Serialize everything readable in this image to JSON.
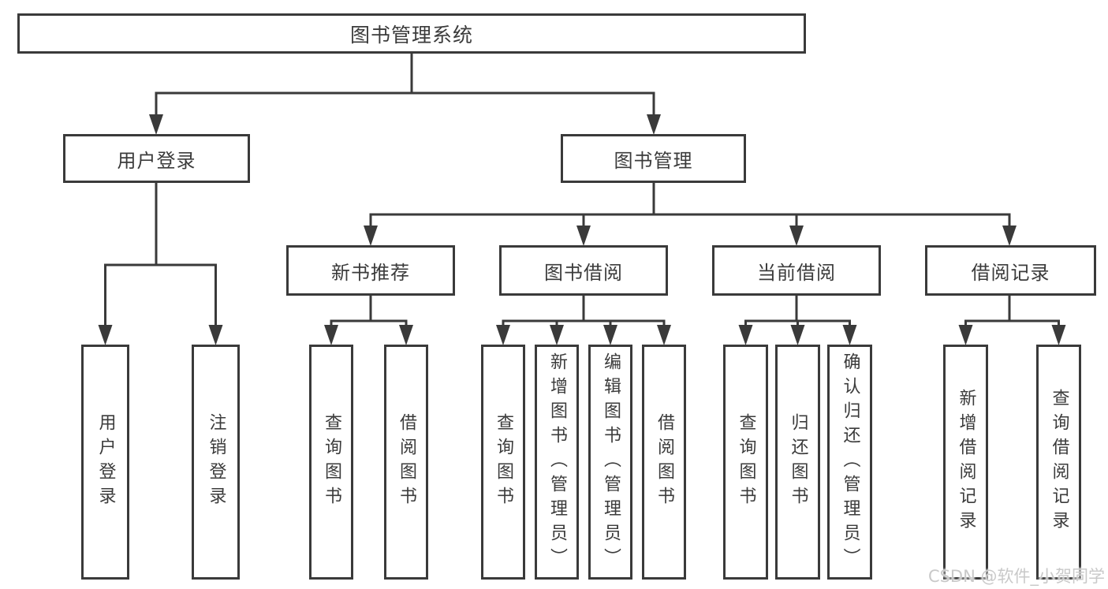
{
  "diagram": {
    "root": {
      "label": "图书管理系统"
    },
    "level2": [
      {
        "label": "用户登录"
      },
      {
        "label": "图书管理"
      }
    ],
    "level3": [
      {
        "label": "新书推荐"
      },
      {
        "label": "图书借阅"
      },
      {
        "label": "当前借阅"
      },
      {
        "label": "借阅记录"
      }
    ],
    "leaves": {
      "user_login": [
        "用户登录",
        "注销登录"
      ],
      "new_book_recommend": [
        "查询图书",
        "借阅图书"
      ],
      "book_borrow": [
        "查询图书",
        "新增图书（管理员）",
        "编辑图书（管理员）",
        "借阅图书"
      ],
      "current_borrow": [
        "查询图书",
        "归还图书",
        "确认归还（管理员）"
      ],
      "borrow_records": [
        "新增借阅记录",
        "查询借阅记录"
      ]
    },
    "colors": {
      "line": "#3a3a3a",
      "text": "#3b3b3b",
      "watermark": "#c9c9c9"
    },
    "watermark": "CSDN @软件_小贺同学"
  }
}
